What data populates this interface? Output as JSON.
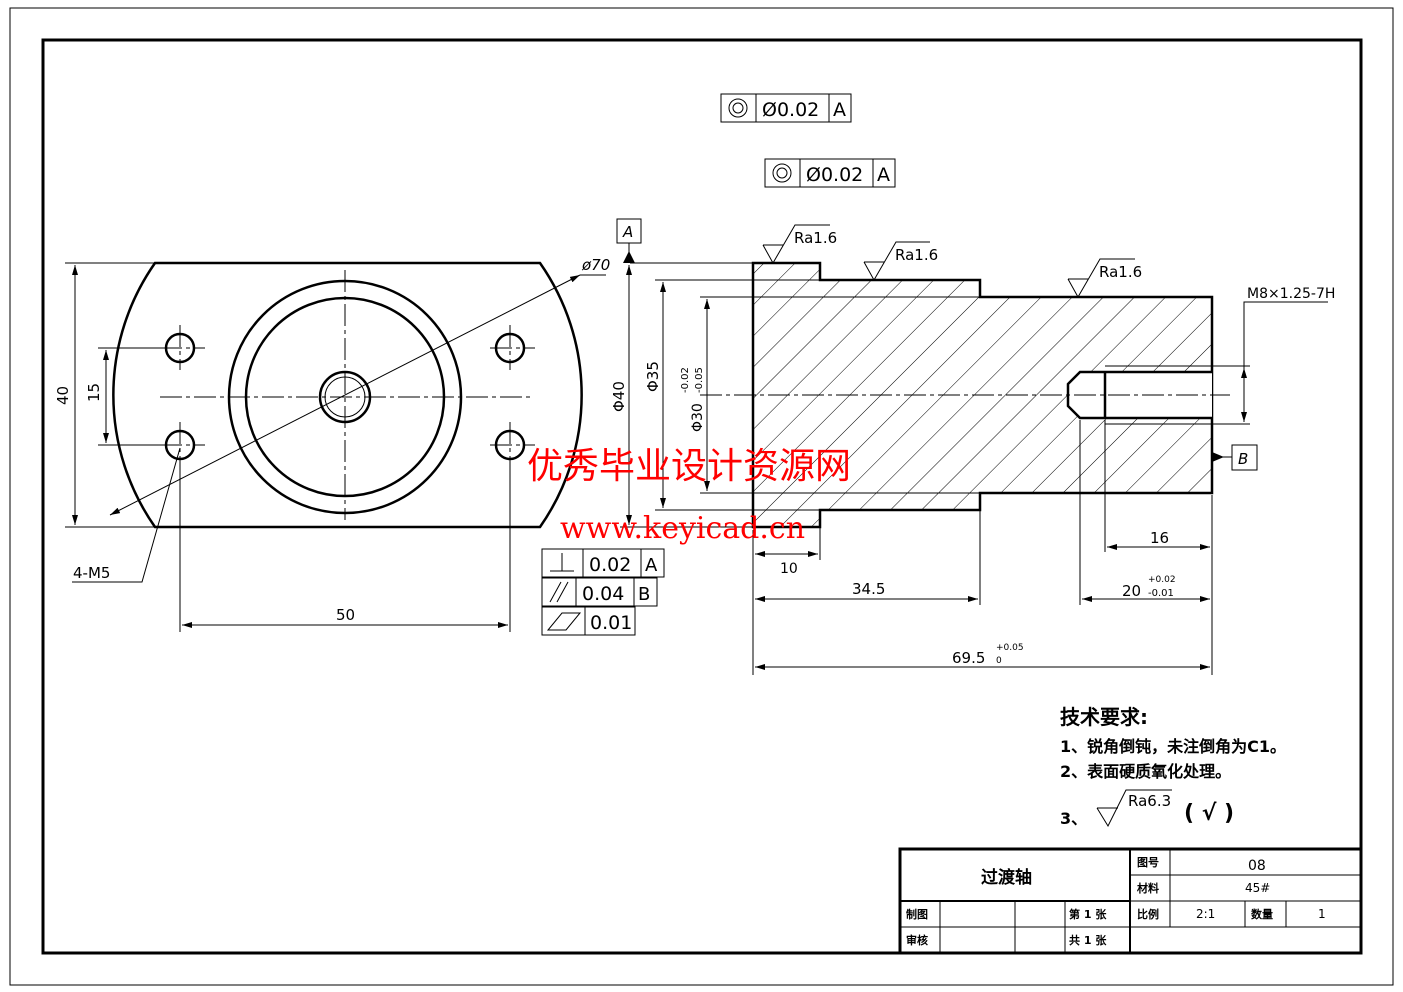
{
  "drawing": {
    "datum_a": "A",
    "datum_b": "B",
    "tolerances": {
      "concentricity_1": {
        "value": "Ø0.02",
        "datum": "A"
      },
      "concentricity_2": {
        "value": "Ø0.02",
        "datum": "A"
      },
      "perpendicularity": {
        "value": "0.02",
        "datum": "A"
      },
      "parallelism": {
        "value": "0.04",
        "datum": "B"
      },
      "flatness": {
        "value": "0.01"
      }
    },
    "roughness": [
      "Ra1.6",
      "Ra1.6",
      "Ra1.6"
    ],
    "left_view": {
      "dia_70": "ø70",
      "dim_40": "40",
      "dim_15": "15",
      "dim_50": "50",
      "holes": "4-M5"
    },
    "section_view": {
      "dia_40": "Φ40",
      "dia_35": "Φ35",
      "dia_30": "Φ30",
      "dia_30_tol_upper": "-0.02",
      "dia_30_tol_lower": "-0.05",
      "thread": "M8×1.25-7H",
      "dim_10": "10",
      "dim_34_5": "34.5",
      "dim_16": "16",
      "dim_20": "20",
      "dim_20_tol_upper": "+0.02",
      "dim_20_tol_lower": "-0.01",
      "dim_69_5": "69.5",
      "dim_69_5_tol_upper": "+0.05",
      "dim_69_5_tol_lower": "0"
    }
  },
  "watermark": {
    "line1": "优秀毕业设计资源网",
    "line2": "www.keyicad.cn"
  },
  "tech_requirements": {
    "title": "技术要求:",
    "item1": "1、锐角倒钝，未注倒角为C1。",
    "item2": "2、表面硬质氧化处理。",
    "item3_prefix": "3、",
    "item3_roughness": "Ra6.3",
    "item3_suffix": "( √ )"
  },
  "title_block": {
    "part_name": "过渡轴",
    "drawing_no_label": "图号",
    "drawing_no": "08",
    "material_label": "材料",
    "material": "45#",
    "drawn_label": "制图",
    "checked_label": "审核",
    "sheet_label": "第 1 张",
    "total_label": "共 1 张",
    "scale_label": "比例",
    "scale": "2:1",
    "qty_label": "数量",
    "qty": "1"
  }
}
